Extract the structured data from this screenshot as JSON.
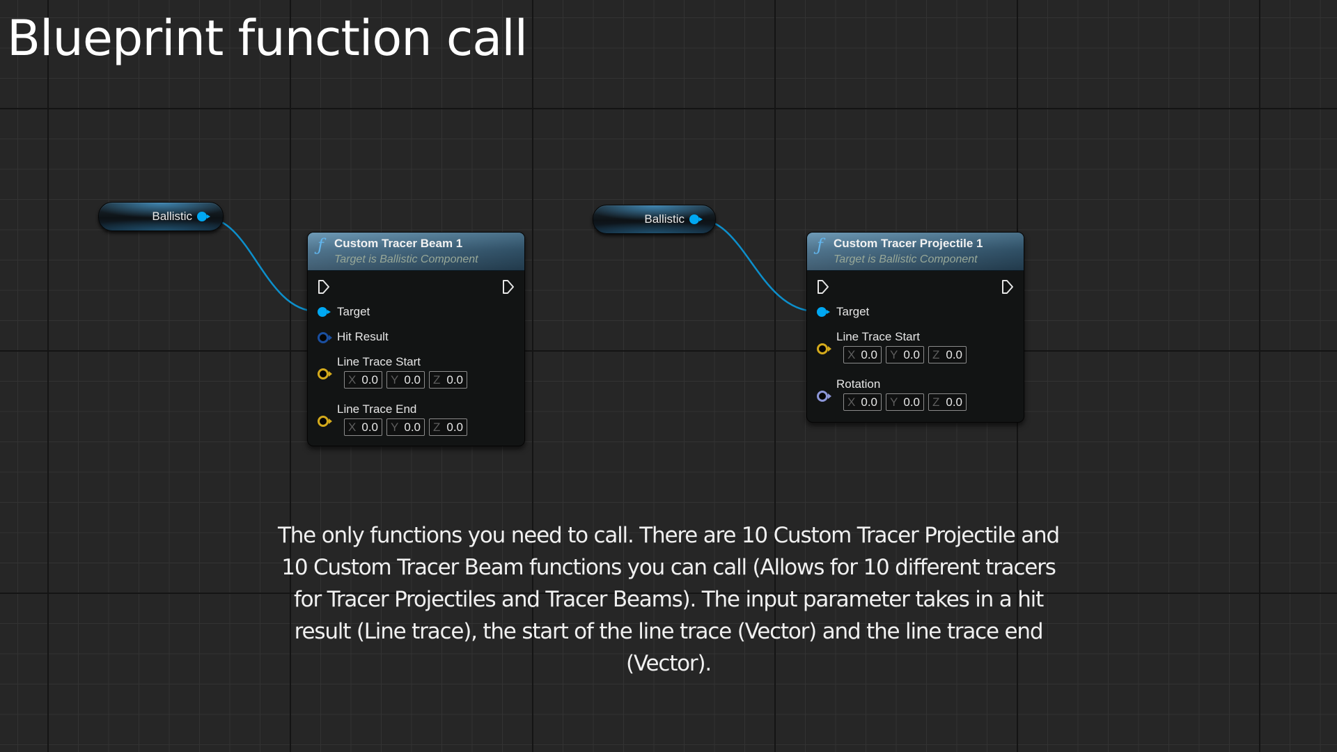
{
  "page": {
    "title": "Blueprint function call"
  },
  "colors": {
    "canvas_bg": "#262626",
    "grid_minor": "#333333",
    "grid_major": "#141414",
    "object_pin": "#00a8f3",
    "struct_pin": "#1a4fa0",
    "vector_pin": "#d4aa1c",
    "rotator_pin": "#8c96d8",
    "node_header": "#3d6682",
    "node_body": "#121414"
  },
  "variables": [
    {
      "label": "Ballistic",
      "pin": "object-pin"
    },
    {
      "label": "Ballistic",
      "pin": "object-pin"
    }
  ],
  "nodes": [
    {
      "icon": "function-icon",
      "icon_glyph": "ƒ",
      "title": "Custom Tracer Beam 1",
      "subtitle": "Target is Ballistic Component",
      "inputs": [
        {
          "label": "Target",
          "type": "object"
        },
        {
          "label": "Hit Result",
          "type": "struct"
        },
        {
          "label": "Line Trace Start",
          "type": "vector",
          "x_label": "X",
          "x": "0.0",
          "y_label": "Y",
          "y": "0.0",
          "z_label": "Z",
          "z": "0.0"
        },
        {
          "label": "Line Trace End",
          "type": "vector",
          "x_label": "X",
          "x": "0.0",
          "y_label": "Y",
          "y": "0.0",
          "z_label": "Z",
          "z": "0.0"
        }
      ]
    },
    {
      "icon": "function-icon",
      "icon_glyph": "ƒ",
      "title": "Custom Tracer Projectile 1",
      "subtitle": "Target is Ballistic Component",
      "inputs": [
        {
          "label": "Target",
          "type": "object"
        },
        {
          "label": "Line Trace Start",
          "type": "vector",
          "x_label": "X",
          "x": "0.0",
          "y_label": "Y",
          "y": "0.0",
          "z_label": "Z",
          "z": "0.0"
        },
        {
          "label": "Rotation",
          "type": "rotator",
          "x_label": "X",
          "x": "0.0",
          "y_label": "Y",
          "y": "0.0",
          "z_label": "Z",
          "z": "0.0"
        }
      ]
    }
  ],
  "description": "The only functions you need to call. There are 10 Custom Tracer Projectile and 10 Custom Tracer Beam functions you can call (Allows for 10 different tracers for Tracer Projectiles and Tracer Beams). The input parameter takes in a hit result (Line trace), the start of the line trace (Vector) and the line trace end (Vector).",
  "description_lines": [
    "The only functions you need to call. There are 10 Custom Tracer Projectile and",
    "10 Custom Tracer Beam functions you can call (Allows for 10 different tracers",
    "for Tracer Projectiles and Tracer Beams). The input parameter takes in a hit",
    "result (Line trace), the start of the line trace (Vector) and the line trace end",
    "(Vector)."
  ]
}
